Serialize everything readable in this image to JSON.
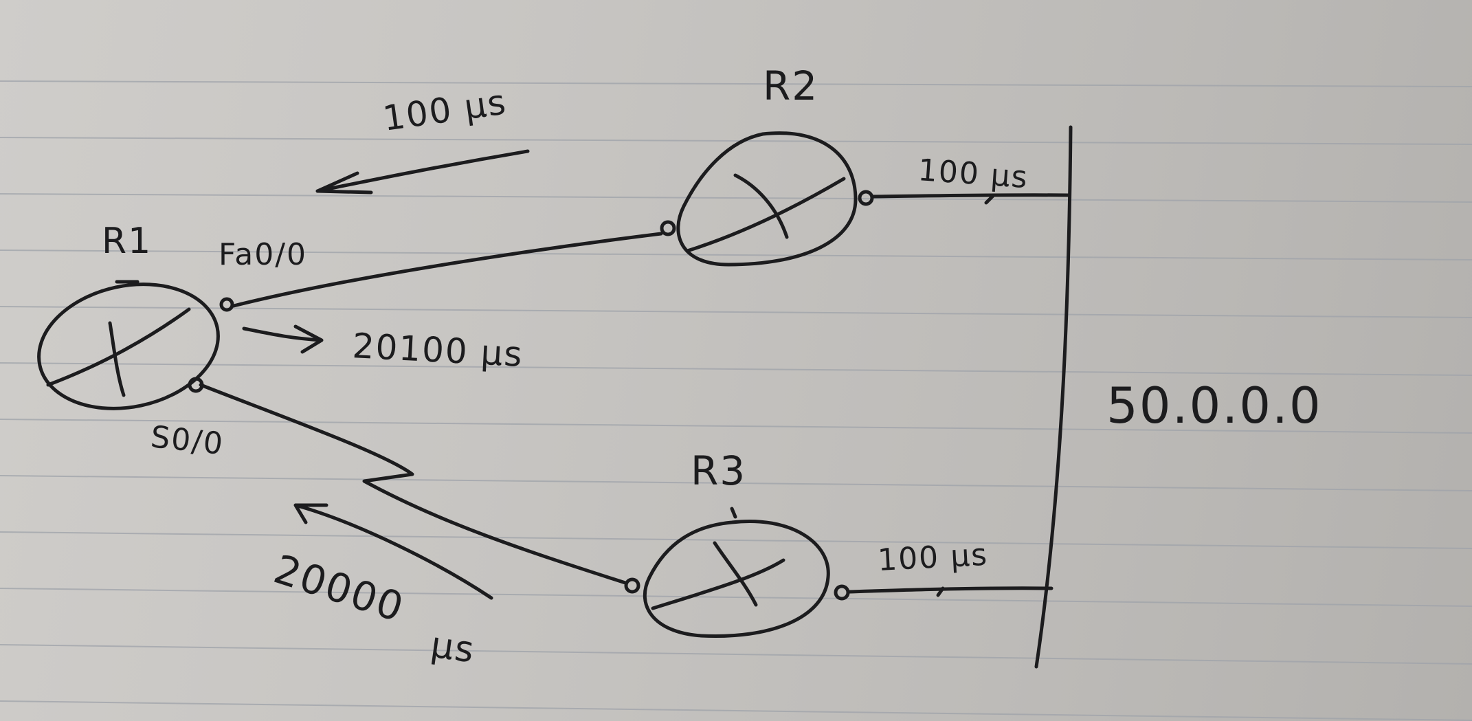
{
  "routers": {
    "r1": {
      "label": "R1"
    },
    "r2": {
      "label": "R2"
    },
    "r3": {
      "label": "R3"
    }
  },
  "interfaces": {
    "r1_fa": "Fa0/0",
    "r1_s": "S0/0"
  },
  "delays": {
    "top_arrow": "100 µs",
    "r1_total": "20100 µs",
    "r2_lan": "100 µs",
    "r3_lan": "100 µs",
    "bottom_arrow": "20000",
    "bottom_arrow_unit": "µs"
  },
  "network": {
    "address": "50.0.0.0"
  },
  "colors": {
    "ink": "#1c1c1e",
    "paper": "#c9c7c4",
    "rule_lines": "#9fa3aa"
  }
}
